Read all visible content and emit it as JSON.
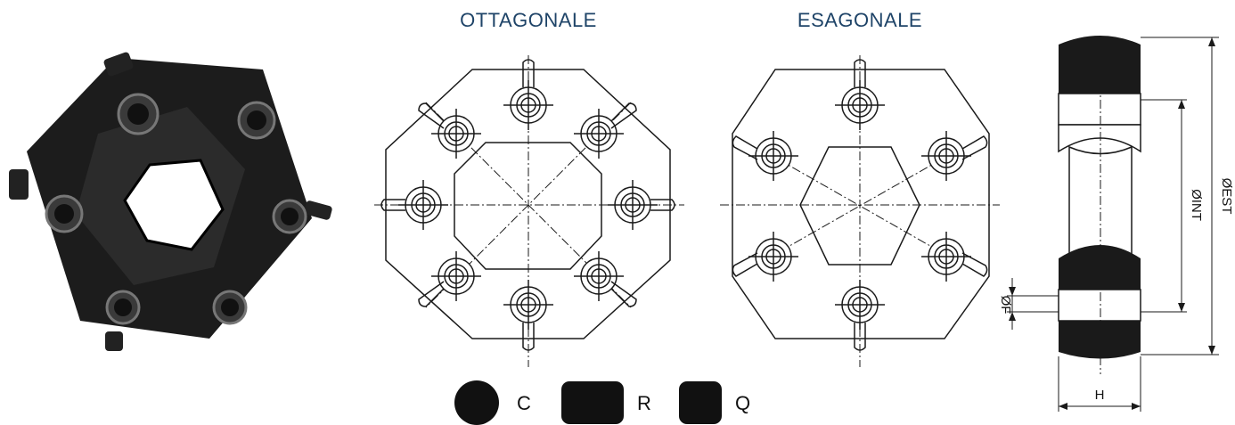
{
  "titles": {
    "octagonal": "OTTAGONALE",
    "hexagonal": "ESAGONALE"
  },
  "legend": [
    {
      "shape": "circle",
      "label": "C"
    },
    {
      "shape": "rounded-rectangle",
      "label": "R"
    },
    {
      "shape": "rounded-square",
      "label": "Q"
    }
  ],
  "dimensions": {
    "outer_diameter": "ØEST",
    "inner_diameter": "ØINT",
    "hole_diameter": "ØF",
    "height": "H"
  },
  "colors": {
    "title": "#1f4468",
    "rubber": "#1a1a1a",
    "line": "#1a1a1a"
  }
}
